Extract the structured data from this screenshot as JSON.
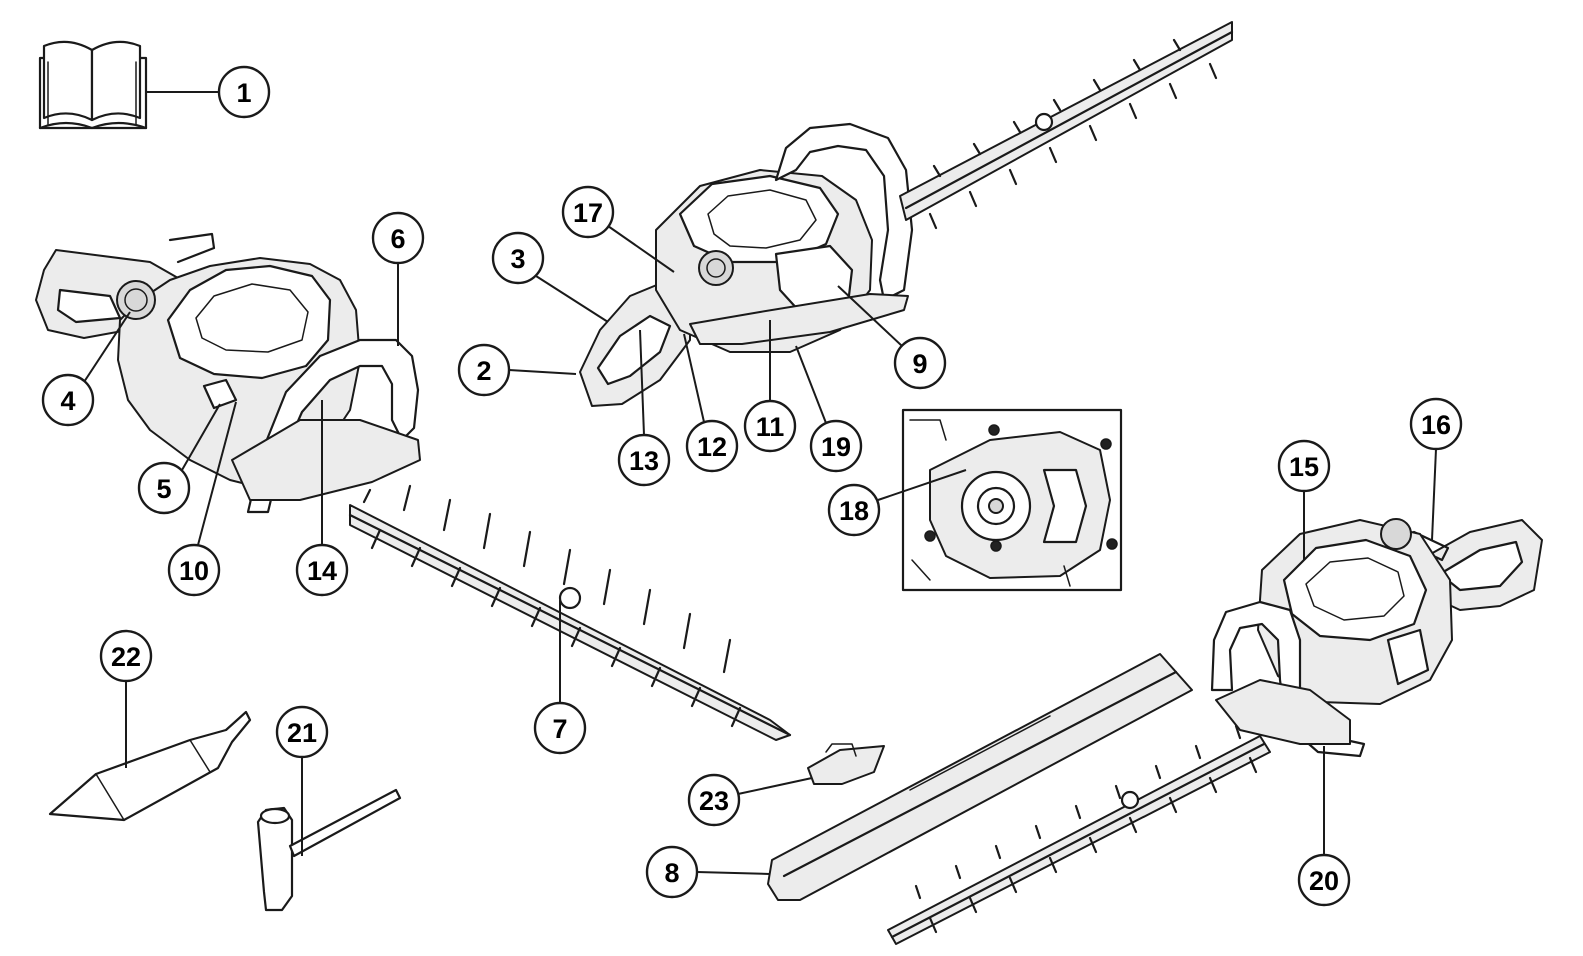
{
  "callouts": [
    {
      "id": "c1",
      "label": "1"
    },
    {
      "id": "c2",
      "label": "2"
    },
    {
      "id": "c3",
      "label": "3"
    },
    {
      "id": "c4",
      "label": "4"
    },
    {
      "id": "c5",
      "label": "5"
    },
    {
      "id": "c6",
      "label": "6"
    },
    {
      "id": "c7",
      "label": "7"
    },
    {
      "id": "c8",
      "label": "8"
    },
    {
      "id": "c9",
      "label": "9"
    },
    {
      "id": "c10",
      "label": "10"
    },
    {
      "id": "c11",
      "label": "11"
    },
    {
      "id": "c12",
      "label": "12"
    },
    {
      "id": "c13",
      "label": "13"
    },
    {
      "id": "c14",
      "label": "14"
    },
    {
      "id": "c15",
      "label": "15"
    },
    {
      "id": "c16",
      "label": "16"
    },
    {
      "id": "c17",
      "label": "17"
    },
    {
      "id": "c18",
      "label": "18"
    },
    {
      "id": "c19",
      "label": "19"
    },
    {
      "id": "c20",
      "label": "20"
    },
    {
      "id": "c21",
      "label": "21"
    },
    {
      "id": "c22",
      "label": "22"
    },
    {
      "id": "c23",
      "label": "23"
    }
  ],
  "colors": {
    "line": "#1a1a1a",
    "background": "#ffffff",
    "shade": "#ececec",
    "bottom_bar": "#2b3a4f"
  },
  "icons": [
    "manual-book-icon"
  ]
}
